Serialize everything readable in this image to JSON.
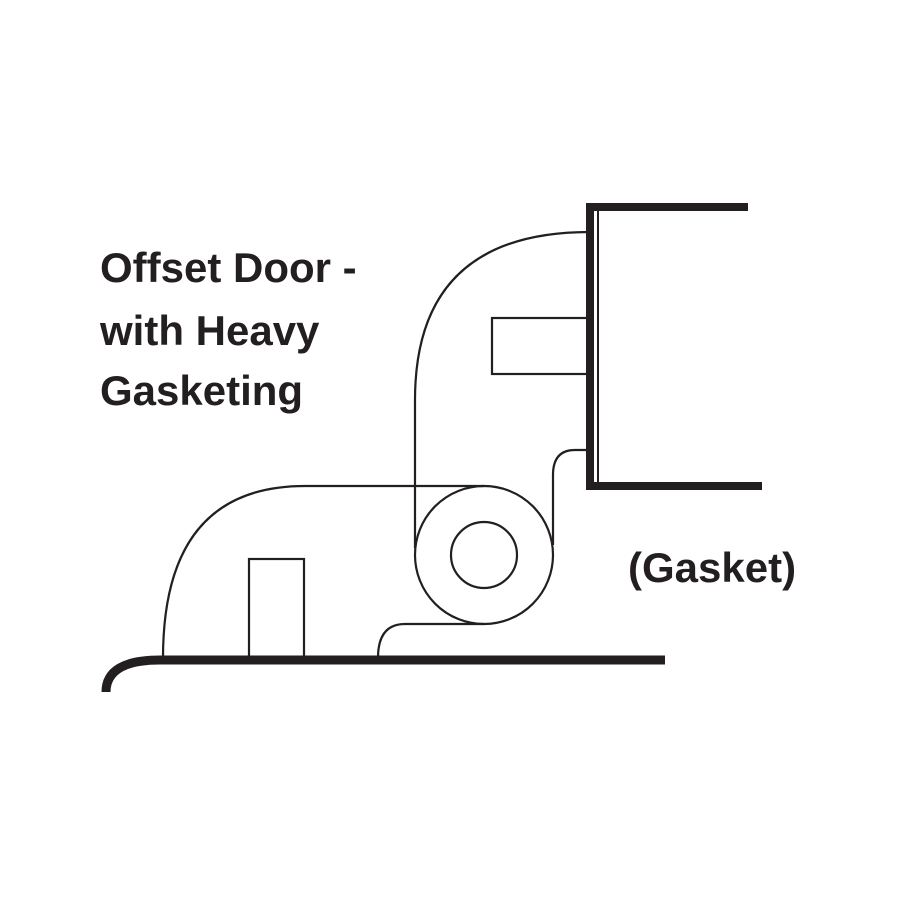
{
  "title_lines": [
    "Offset Door -",
    "with Heavy",
    "Gasketing"
  ],
  "gasket_label": "(Gasket)",
  "colors": {
    "ink": "#231f20",
    "background": "#ffffff"
  }
}
